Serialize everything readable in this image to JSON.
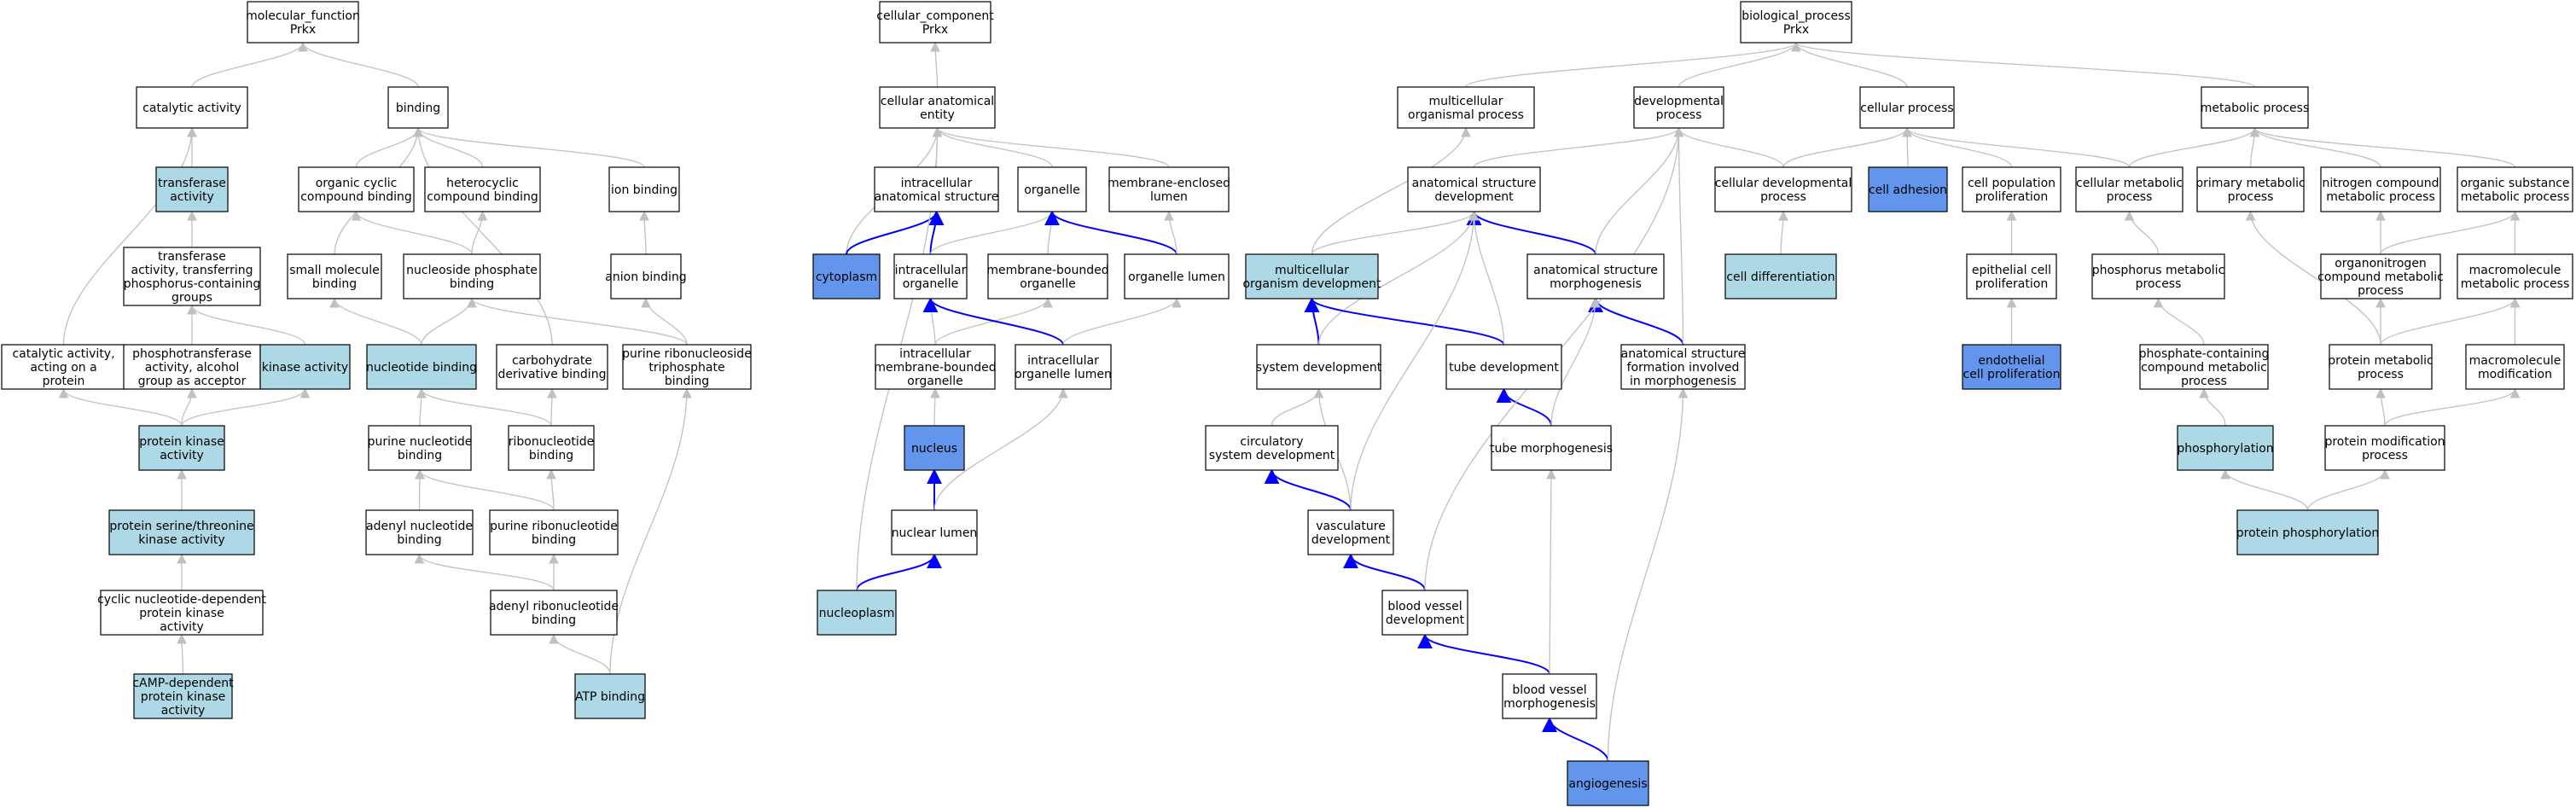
{
  "colors": {
    "plain": "#ffffff",
    "light": "#add8e6",
    "strong": "#6495ed",
    "edge_gray": "#c0c0c0",
    "edge_blue": "#0000ff"
  },
  "nodes": {
    "mf_root": {
      "lines": [
        "molecular_function",
        "Prkx"
      ],
      "fill": "plain"
    },
    "catalytic": {
      "lines": [
        "catalytic activity"
      ],
      "fill": "plain"
    },
    "binding": {
      "lines": [
        "binding"
      ],
      "fill": "plain"
    },
    "transferase": {
      "lines": [
        "transferase",
        "activity"
      ],
      "fill": "light"
    },
    "organic_cyclic": {
      "lines": [
        "organic cyclic",
        "compound binding"
      ],
      "fill": "plain"
    },
    "heterocyclic": {
      "lines": [
        "heterocyclic",
        "compound binding"
      ],
      "fill": "plain"
    },
    "ion_binding": {
      "lines": [
        "ion binding"
      ],
      "fill": "plain"
    },
    "transferase_phos": {
      "lines": [
        "transferase",
        "activity, transferring",
        "phosphorus-containing",
        "groups"
      ],
      "fill": "plain"
    },
    "small_molecule": {
      "lines": [
        "small molecule",
        "binding"
      ],
      "fill": "plain"
    },
    "nucleoside_phos": {
      "lines": [
        "nucleoside phosphate",
        "binding"
      ],
      "fill": "plain"
    },
    "anion_binding": {
      "lines": [
        "anion binding"
      ],
      "fill": "plain"
    },
    "catalytic_protein": {
      "lines": [
        "catalytic activity,",
        "acting on a",
        "protein"
      ],
      "fill": "plain"
    },
    "phosphotransferase": {
      "lines": [
        "phosphotransferase",
        "activity, alcohol",
        "group as acceptor"
      ],
      "fill": "plain"
    },
    "kinase": {
      "lines": [
        "kinase activity"
      ],
      "fill": "light"
    },
    "nucleotide_binding": {
      "lines": [
        "nucleotide binding"
      ],
      "fill": "light"
    },
    "carbohydrate_deriv": {
      "lines": [
        "carbohydrate",
        "derivative binding"
      ],
      "fill": "plain"
    },
    "purine_ribonucleoside_tp": {
      "lines": [
        "purine ribonucleoside",
        "triphosphate",
        "binding"
      ],
      "fill": "plain"
    },
    "protein_kinase": {
      "lines": [
        "protein kinase",
        "activity"
      ],
      "fill": "light"
    },
    "purine_nucleotide": {
      "lines": [
        "purine nucleotide",
        "binding"
      ],
      "fill": "plain"
    },
    "ribonucleotide": {
      "lines": [
        "ribonucleotide",
        "binding"
      ],
      "fill": "plain"
    },
    "ser_thr_kinase": {
      "lines": [
        "protein serine/threonine",
        "kinase activity"
      ],
      "fill": "light"
    },
    "adenyl_nucleotide": {
      "lines": [
        "adenyl nucleotide",
        "binding"
      ],
      "fill": "plain"
    },
    "purine_ribonucleotide": {
      "lines": [
        "purine ribonucleotide",
        "binding"
      ],
      "fill": "plain"
    },
    "cyclic_nuc_kinase": {
      "lines": [
        "cyclic nucleotide-dependent",
        "protein kinase",
        "activity"
      ],
      "fill": "plain"
    },
    "adenyl_ribonucleotide": {
      "lines": [
        "adenyl ribonucleotide",
        "binding"
      ],
      "fill": "plain"
    },
    "camp_kinase": {
      "lines": [
        "cAMP-dependent",
        "protein kinase",
        "activity"
      ],
      "fill": "light"
    },
    "atp_binding": {
      "lines": [
        "ATP binding"
      ],
      "fill": "light"
    },
    "cc_root": {
      "lines": [
        "cellular_component",
        "Prkx"
      ],
      "fill": "plain"
    },
    "cae": {
      "lines": [
        "cellular anatomical",
        "entity"
      ],
      "fill": "plain"
    },
    "intracellular_as": {
      "lines": [
        "intracellular",
        "anatomical structure"
      ],
      "fill": "plain"
    },
    "organelle": {
      "lines": [
        "organelle"
      ],
      "fill": "plain"
    },
    "membrane_enclosed": {
      "lines": [
        "membrane-enclosed",
        "lumen"
      ],
      "fill": "plain"
    },
    "cytoplasm": {
      "lines": [
        "cytoplasm"
      ],
      "fill": "strong"
    },
    "intracellular_organelle": {
      "lines": [
        "intracellular",
        "organelle"
      ],
      "fill": "plain"
    },
    "membrane_bounded": {
      "lines": [
        "membrane-bounded",
        "organelle"
      ],
      "fill": "plain"
    },
    "organelle_lumen": {
      "lines": [
        "organelle lumen"
      ],
      "fill": "plain"
    },
    "intra_mb_organelle": {
      "lines": [
        "intracellular",
        "membrane-bounded",
        "organelle"
      ],
      "fill": "plain"
    },
    "intra_organelle_lumen": {
      "lines": [
        "intracellular",
        "organelle lumen"
      ],
      "fill": "plain"
    },
    "nucleus": {
      "lines": [
        "nucleus"
      ],
      "fill": "strong"
    },
    "nuclear_lumen": {
      "lines": [
        "nuclear lumen"
      ],
      "fill": "plain"
    },
    "nucleoplasm": {
      "lines": [
        "nucleoplasm"
      ],
      "fill": "light"
    },
    "bp_root": {
      "lines": [
        "biological_process",
        "Prkx"
      ],
      "fill": "plain"
    },
    "multicell_proc": {
      "lines": [
        "multicellular",
        "organismal process"
      ],
      "fill": "plain"
    },
    "dev_proc": {
      "lines": [
        "developmental",
        "process"
      ],
      "fill": "plain"
    },
    "cellular_proc": {
      "lines": [
        "cellular process"
      ],
      "fill": "plain"
    },
    "metabolic": {
      "lines": [
        "metabolic process"
      ],
      "fill": "plain"
    },
    "as_dev": {
      "lines": [
        "anatomical structure",
        "development"
      ],
      "fill": "plain"
    },
    "cell_dev_proc": {
      "lines": [
        "cellular developmental",
        "process"
      ],
      "fill": "plain"
    },
    "cell_adhesion": {
      "lines": [
        "cell adhesion"
      ],
      "fill": "strong"
    },
    "cell_pop_prolif": {
      "lines": [
        "cell population",
        "proliferation"
      ],
      "fill": "plain"
    },
    "cell_metabolic": {
      "lines": [
        "cellular metabolic",
        "process"
      ],
      "fill": "plain"
    },
    "primary_metabolic": {
      "lines": [
        "primary metabolic",
        "process"
      ],
      "fill": "plain"
    },
    "nitrogen_metabolic": {
      "lines": [
        "nitrogen compound",
        "metabolic process"
      ],
      "fill": "plain"
    },
    "organic_subst": {
      "lines": [
        "organic substance",
        "metabolic process"
      ],
      "fill": "plain"
    },
    "multicell_dev": {
      "lines": [
        "multicellular",
        "organism development"
      ],
      "fill": "light"
    },
    "as_morph": {
      "lines": [
        "anatomical structure",
        "morphogenesis"
      ],
      "fill": "plain"
    },
    "cell_diff": {
      "lines": [
        "cell differentiation"
      ],
      "fill": "light"
    },
    "epithelial_prolif": {
      "lines": [
        "epithelial cell",
        "proliferation"
      ],
      "fill": "plain"
    },
    "phosphorus_metabolic": {
      "lines": [
        "phosphorus metabolic",
        "process"
      ],
      "fill": "plain"
    },
    "organonitrogen": {
      "lines": [
        "organonitrogen",
        "compound metabolic",
        "process"
      ],
      "fill": "plain"
    },
    "macromolecule_metabolic": {
      "lines": [
        "macromolecule",
        "metabolic process"
      ],
      "fill": "plain"
    },
    "system_dev": {
      "lines": [
        "system development"
      ],
      "fill": "plain"
    },
    "tube_dev": {
      "lines": [
        "tube development"
      ],
      "fill": "plain"
    },
    "as_formation": {
      "lines": [
        "anatomical structure",
        "formation involved",
        "in morphogenesis"
      ],
      "fill": "plain"
    },
    "endothelial_prolif": {
      "lines": [
        "endothelial",
        "cell proliferation"
      ],
      "fill": "strong"
    },
    "phosphate_containing": {
      "lines": [
        "phosphate-containing",
        "compound metabolic",
        "process"
      ],
      "fill": "plain"
    },
    "protein_metabolic": {
      "lines": [
        "protein metabolic",
        "process"
      ],
      "fill": "plain"
    },
    "macromolecule_mod": {
      "lines": [
        "macromolecule",
        "modification"
      ],
      "fill": "plain"
    },
    "circulatory_dev": {
      "lines": [
        "circulatory",
        "system development"
      ],
      "fill": "plain"
    },
    "tube_morph": {
      "lines": [
        "tube morphogenesis"
      ],
      "fill": "plain"
    },
    "phosphorylation": {
      "lines": [
        "phosphorylation"
      ],
      "fill": "light"
    },
    "protein_mod_proc": {
      "lines": [
        "protein modification",
        "process"
      ],
      "fill": "plain"
    },
    "vasculature_dev": {
      "lines": [
        "vasculature",
        "development"
      ],
      "fill": "plain"
    },
    "protein_phos": {
      "lines": [
        "protein phosphorylation"
      ],
      "fill": "light"
    },
    "blood_vessel_dev": {
      "lines": [
        "blood vessel",
        "development"
      ],
      "fill": "plain"
    },
    "blood_vessel_morph": {
      "lines": [
        "blood vessel",
        "morphogenesis"
      ],
      "fill": "plain"
    },
    "angiogenesis": {
      "lines": [
        "angiogenesis"
      ],
      "fill": "strong"
    }
  },
  "edges": [
    [
      "catalytic",
      "mf_root",
      "gray"
    ],
    [
      "binding",
      "mf_root",
      "gray"
    ],
    [
      "transferase",
      "catalytic",
      "gray"
    ],
    [
      "catalytic_protein",
      "catalytic",
      "gray"
    ],
    [
      "organic_cyclic",
      "binding",
      "gray"
    ],
    [
      "heterocyclic",
      "binding",
      "gray"
    ],
    [
      "ion_binding",
      "binding",
      "gray"
    ],
    [
      "small_molecule",
      "binding",
      "gray"
    ],
    [
      "carbohydrate_deriv",
      "binding",
      "gray"
    ],
    [
      "transferase_phos",
      "transferase",
      "gray"
    ],
    [
      "nucleoside_phos",
      "organic_cyclic",
      "gray"
    ],
    [
      "nucleoside_phos",
      "heterocyclic",
      "gray"
    ],
    [
      "anion_binding",
      "ion_binding",
      "gray"
    ],
    [
      "phosphotransferase",
      "transferase_phos",
      "gray"
    ],
    [
      "kinase",
      "transferase_phos",
      "gray"
    ],
    [
      "nucleotide_binding",
      "small_molecule",
      "gray"
    ],
    [
      "nucleotide_binding",
      "nucleoside_phos",
      "gray"
    ],
    [
      "purine_ribonucleoside_tp",
      "nucleoside_phos",
      "gray"
    ],
    [
      "purine_ribonucleoside_tp",
      "anion_binding",
      "gray"
    ],
    [
      "protein_kinase",
      "catalytic_protein",
      "gray"
    ],
    [
      "protein_kinase",
      "phosphotransferase",
      "gray"
    ],
    [
      "protein_kinase",
      "kinase",
      "gray"
    ],
    [
      "purine_nucleotide",
      "nucleotide_binding",
      "gray"
    ],
    [
      "ribonucleotide",
      "nucleotide_binding",
      "gray"
    ],
    [
      "ribonucleotide",
      "carbohydrate_deriv",
      "gray"
    ],
    [
      "ser_thr_kinase",
      "protein_kinase",
      "gray"
    ],
    [
      "adenyl_nucleotide",
      "purine_nucleotide",
      "gray"
    ],
    [
      "purine_ribonucleotide",
      "purine_nucleotide",
      "gray"
    ],
    [
      "purine_ribonucleotide",
      "ribonucleotide",
      "gray"
    ],
    [
      "cyclic_nuc_kinase",
      "ser_thr_kinase",
      "gray"
    ],
    [
      "adenyl_ribonucleotide",
      "adenyl_nucleotide",
      "gray"
    ],
    [
      "adenyl_ribonucleotide",
      "purine_ribonucleotide",
      "gray"
    ],
    [
      "camp_kinase",
      "cyclic_nuc_kinase",
      "gray"
    ],
    [
      "atp_binding",
      "adenyl_ribonucleotide",
      "gray"
    ],
    [
      "atp_binding",
      "purine_ribonucleoside_tp",
      "gray"
    ],
    [
      "cae",
      "cc_root",
      "gray"
    ],
    [
      "intracellular_as",
      "cae",
      "gray"
    ],
    [
      "organelle",
      "cae",
      "gray"
    ],
    [
      "membrane_enclosed",
      "cae",
      "gray"
    ],
    [
      "cytoplasm",
      "cae",
      "gray"
    ],
    [
      "cytoplasm",
      "intracellular_as",
      "blue"
    ],
    [
      "intracellular_organelle",
      "intracellular_as",
      "blue"
    ],
    [
      "intracellular_organelle",
      "organelle",
      "gray"
    ],
    [
      "membrane_bounded",
      "organelle",
      "gray"
    ],
    [
      "organelle_lumen",
      "organelle",
      "blue"
    ],
    [
      "organelle_lumen",
      "membrane_enclosed",
      "gray"
    ],
    [
      "intra_mb_organelle",
      "intracellular_organelle",
      "gray"
    ],
    [
      "intra_mb_organelle",
      "membrane_bounded",
      "gray"
    ],
    [
      "intra_organelle_lumen",
      "intracellular_organelle",
      "blue"
    ],
    [
      "intra_organelle_lumen",
      "organelle_lumen",
      "gray"
    ],
    [
      "nucleus",
      "intra_mb_organelle",
      "gray"
    ],
    [
      "nuclear_lumen",
      "nucleus",
      "blue"
    ],
    [
      "nuclear_lumen",
      "intra_organelle_lumen",
      "gray"
    ],
    [
      "nucleoplasm",
      "nuclear_lumen",
      "blue"
    ],
    [
      "nucleoplasm",
      "cae",
      "gray"
    ],
    [
      "multicell_proc",
      "bp_root",
      "gray"
    ],
    [
      "dev_proc",
      "bp_root",
      "gray"
    ],
    [
      "cellular_proc",
      "bp_root",
      "gray"
    ],
    [
      "metabolic",
      "bp_root",
      "gray"
    ],
    [
      "as_dev",
      "dev_proc",
      "gray"
    ],
    [
      "cell_dev_proc",
      "dev_proc",
      "gray"
    ],
    [
      "cell_dev_proc",
      "cellular_proc",
      "gray"
    ],
    [
      "cell_adhesion",
      "cellular_proc",
      "gray"
    ],
    [
      "cell_pop_prolif",
      "cellular_proc",
      "gray"
    ],
    [
      "cell_metabolic",
      "cellular_proc",
      "gray"
    ],
    [
      "cell_metabolic",
      "metabolic",
      "gray"
    ],
    [
      "primary_metabolic",
      "metabolic",
      "gray"
    ],
    [
      "nitrogen_metabolic",
      "metabolic",
      "gray"
    ],
    [
      "organic_subst",
      "metabolic",
      "gray"
    ],
    [
      "multicell_dev",
      "multicell_proc",
      "gray"
    ],
    [
      "multicell_dev",
      "as_dev",
      "gray"
    ],
    [
      "as_morph",
      "as_dev",
      "blue"
    ],
    [
      "as_morph",
      "dev_proc",
      "gray"
    ],
    [
      "cell_diff",
      "cell_dev_proc",
      "gray"
    ],
    [
      "epithelial_prolif",
      "cell_pop_prolif",
      "gray"
    ],
    [
      "phosphorus_metabolic",
      "cell_metabolic",
      "gray"
    ],
    [
      "organonitrogen",
      "nitrogen_metabolic",
      "gray"
    ],
    [
      "organonitrogen",
      "organic_subst",
      "gray"
    ],
    [
      "macromolecule_metabolic",
      "organic_subst",
      "gray"
    ],
    [
      "system_dev",
      "multicell_dev",
      "blue"
    ],
    [
      "system_dev",
      "as_dev",
      "gray"
    ],
    [
      "tube_dev",
      "multicell_dev",
      "blue"
    ],
    [
      "tube_dev",
      "as_dev",
      "gray"
    ],
    [
      "as_formation",
      "as_morph",
      "blue"
    ],
    [
      "as_formation",
      "dev_proc",
      "gray"
    ],
    [
      "endothelial_prolif",
      "epithelial_prolif",
      "gray"
    ],
    [
      "phosphate_containing",
      "phosphorus_metabolic",
      "gray"
    ],
    [
      "protein_metabolic",
      "primary_metabolic",
      "gray"
    ],
    [
      "protein_metabolic",
      "organonitrogen",
      "gray"
    ],
    [
      "protein_metabolic",
      "macromolecule_metabolic",
      "gray"
    ],
    [
      "macromolecule_mod",
      "macromolecule_metabolic",
      "gray"
    ],
    [
      "circulatory_dev",
      "system_dev",
      "gray"
    ],
    [
      "tube_morph",
      "tube_dev",
      "blue"
    ],
    [
      "tube_morph",
      "as_morph",
      "gray"
    ],
    [
      "phosphorylation",
      "phosphate_containing",
      "gray"
    ],
    [
      "protein_mod_proc",
      "protein_metabolic",
      "gray"
    ],
    [
      "protein_mod_proc",
      "macromolecule_mod",
      "gray"
    ],
    [
      "vasculature_dev",
      "circulatory_dev",
      "blue"
    ],
    [
      "vasculature_dev",
      "as_dev",
      "gray"
    ],
    [
      "vasculature_dev",
      "system_dev",
      "gray"
    ],
    [
      "protein_phos",
      "phosphorylation",
      "gray"
    ],
    [
      "protein_phos",
      "protein_mod_proc",
      "gray"
    ],
    [
      "blood_vessel_dev",
      "vasculature_dev",
      "blue"
    ],
    [
      "blood_vessel_dev",
      "dev_proc",
      "gray"
    ],
    [
      "blood_vessel_morph",
      "blood_vessel_dev",
      "blue"
    ],
    [
      "blood_vessel_morph",
      "tube_morph",
      "gray"
    ],
    [
      "angiogenesis",
      "blood_vessel_morph",
      "blue"
    ],
    [
      "angiogenesis",
      "as_formation",
      "gray"
    ]
  ]
}
